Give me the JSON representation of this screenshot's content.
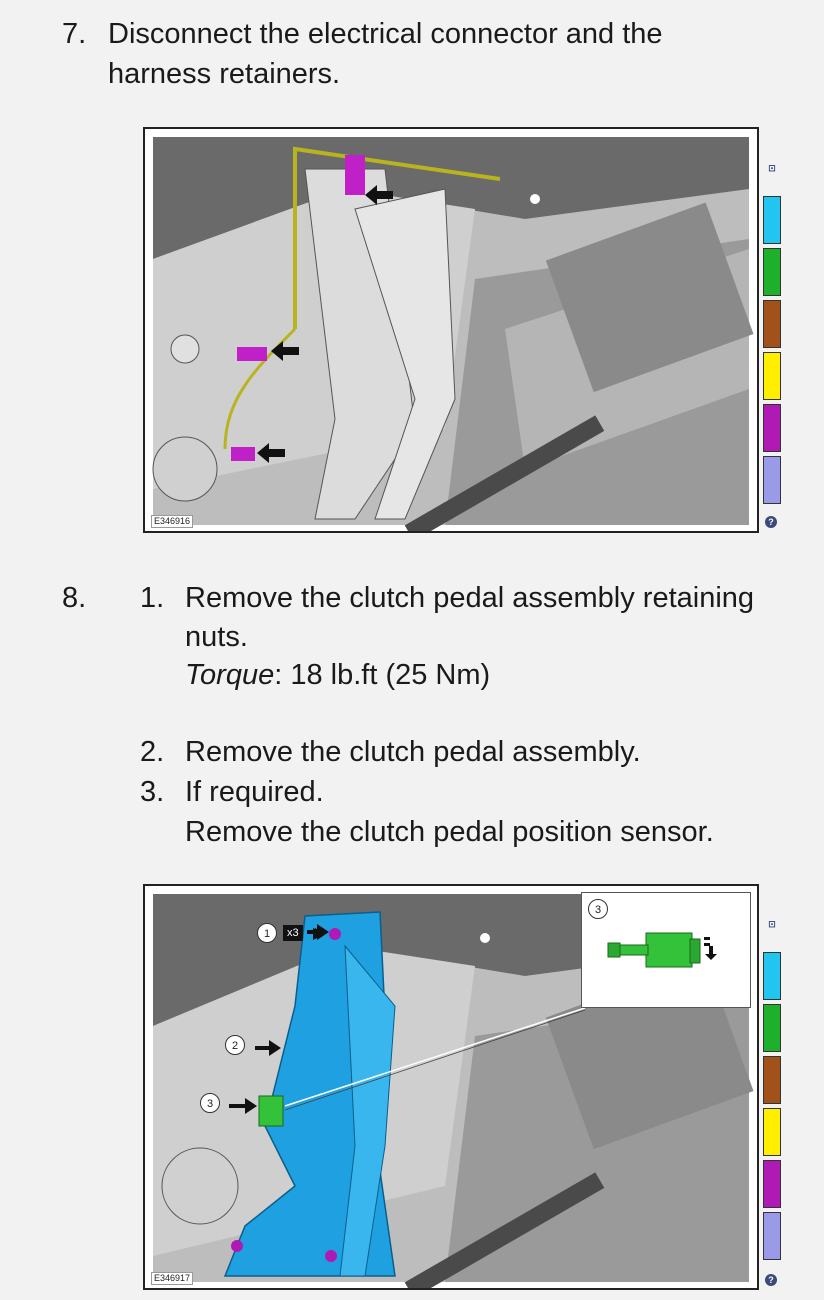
{
  "step7": {
    "number": "7.",
    "line1": "Disconnect the electrical connector and the",
    "line2": "harness retainers."
  },
  "figure1": {
    "id": "E346916"
  },
  "step8": {
    "number": "8.",
    "sub1": {
      "number": "1.",
      "line1": "Remove the clutch pedal assembly retaining",
      "line2": "nuts.",
      "torque_label": "Torque",
      "torque_value": ": 18 lb.ft (25 Nm)"
    },
    "sub2": {
      "number": "2.",
      "text": "Remove the clutch pedal assembly."
    },
    "sub3": {
      "number": "3.",
      "line1": "If required.",
      "line2": "Remove the clutch pedal position sensor."
    }
  },
  "figure2": {
    "id": "E346917",
    "callouts": [
      "1",
      "2",
      "3"
    ],
    "inset_callout": "3",
    "quantity_badge": "x3"
  },
  "legend_colors": [
    "#22c4f0",
    "#1fb02b",
    "#a0521a",
    "#ffee00",
    "#b01ab4",
    "#9a9ae8"
  ],
  "legend_icon": "⊡",
  "help_icon": "?"
}
